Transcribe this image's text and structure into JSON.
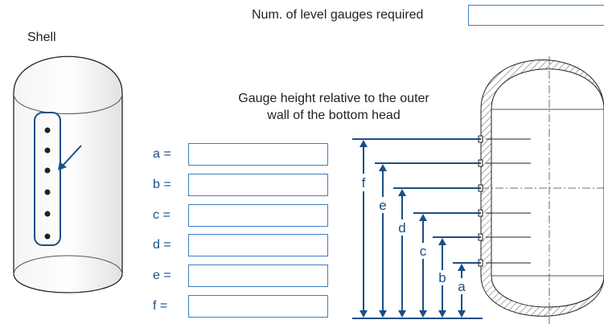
{
  "header": {
    "gauges_label": "Num. of level gauges required",
    "gauges_value": ""
  },
  "shell_label": "Shell",
  "gauge_height_title_line1": "Gauge height relative to the outer",
  "gauge_height_title_line2": "wall of the bottom head",
  "fields": [
    {
      "label": "a =",
      "value": ""
    },
    {
      "label": "b =",
      "value": ""
    },
    {
      "label": "c =",
      "value": ""
    },
    {
      "label": "d =",
      "value": ""
    },
    {
      "label": "e =",
      "value": ""
    },
    {
      "label": "f =",
      "value": ""
    }
  ],
  "diagram_letters": [
    "f",
    "e",
    "d",
    "c",
    "b",
    "a"
  ],
  "colors": {
    "accent": "#1a4f87",
    "input_border": "#3d7fc0",
    "outline": "#222222"
  }
}
